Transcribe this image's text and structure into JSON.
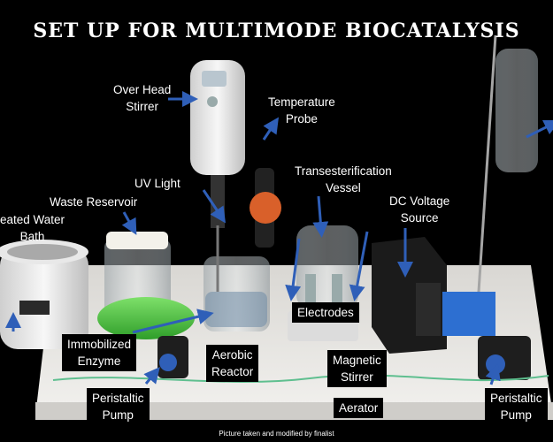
{
  "title": "SET UP FOR MULTIMODE BIOCATALYSIS",
  "labels": {
    "overhead_stirrer": "Over Head\nStirrer",
    "temperature_probe": "Temperature\nProbe",
    "uv_light": "UV Light",
    "transesterification_vessel": "Transesterification\nVessel",
    "waste_reservoir": "Waste Reservoir",
    "heated_water_bath": "eated Water\nBath",
    "dc_voltage_source": "DC Voltage\nSource",
    "electrodes": "Electrodes",
    "immobilized_enzyme": "Immobilized\nEnzyme",
    "aerobic_reactor": "Aerobic\nReactor",
    "magnetic_stirrer": "Magnetic\nStirrer",
    "peristaltic_pump_left": "Peristaltic\nPump",
    "aerator": "Aerator",
    "peristaltic_pump_right": "Peristaltic\nPump"
  },
  "credit": "Picture taken and modified by finalist",
  "colors": {
    "background": "#000000",
    "arrow": "#2f5fb8",
    "bench": "#e8e6e2",
    "bath_green": "#48c23c"
  }
}
